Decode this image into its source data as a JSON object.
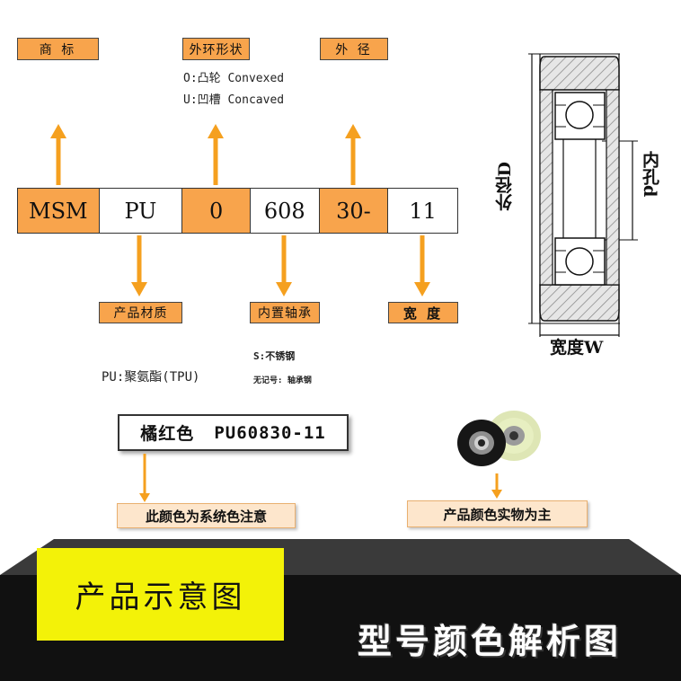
{
  "top_labels": {
    "brand": "商 标",
    "shape": "外环形状",
    "outer_diameter": "外 径"
  },
  "shape_options": [
    "O:凸轮 Convexed",
    "U:凹槽 Concaved"
  ],
  "code_cells": [
    "MSM",
    "PU",
    "0",
    "608",
    "30-",
    "11"
  ],
  "bottom_labels": {
    "material": "产品材质",
    "bearing": "内置轴承",
    "width": "宽 度"
  },
  "material_note": "PU:聚氨酯(TPU)",
  "bearing_notes": {
    "stainless": "S:不锈钢",
    "none": "无记号: 轴承钢"
  },
  "example": {
    "color_name": "橘红色",
    "model": "PU60830-11"
  },
  "notes": {
    "color_system": "此颜色为系统色注意",
    "actual_color": "产品颜色实物为主"
  },
  "banner": {
    "left": "产品示意图",
    "right": "型号颜色解析图"
  },
  "drawing_labels": {
    "outer": "外径D",
    "bore": "内孔d",
    "width": "宽度W"
  },
  "colors": {
    "accent_orange": "#f8a44c",
    "arrow_orange": "#f5a01f",
    "banner_yellow": "#f3f208",
    "banner_black": "#111111"
  }
}
